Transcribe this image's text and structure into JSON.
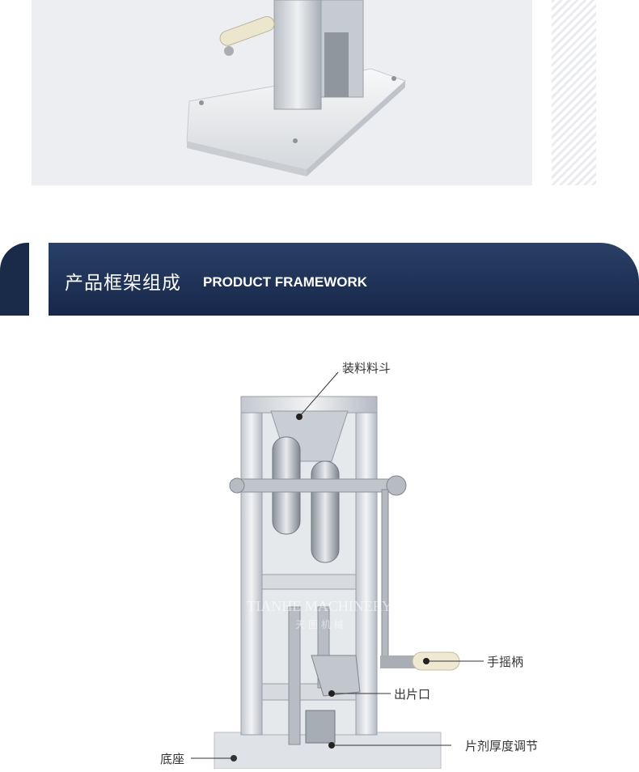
{
  "banner": {
    "title_cn": "产品框架组成",
    "title_en": "PRODUCT FRAMEWORK"
  },
  "watermark": {
    "brand_en": "TIANHE MACHINERY",
    "brand_cn": "天 图 机 械"
  },
  "callouts": {
    "hopper": "装料料斗",
    "hand_crank": "手摇柄",
    "outlet": "出片口",
    "thickness_adjust": "片剂厚度调节",
    "base": "底座"
  },
  "colors": {
    "banner_dark": "#17274a",
    "banner_light": "#2a4066",
    "photo_bg": "#eceef1"
  }
}
